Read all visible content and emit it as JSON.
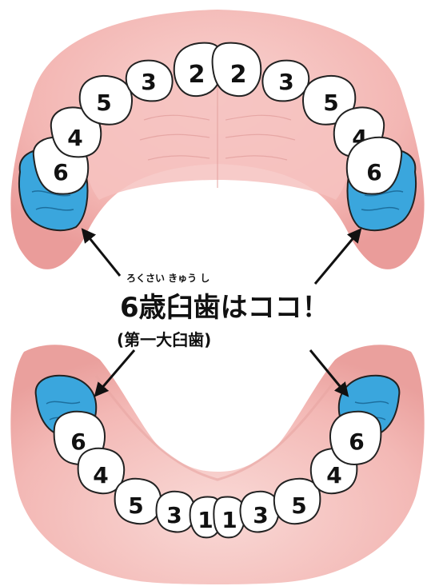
{
  "caption": {
    "ruby": "ろくさい きゅう し",
    "title": "6歳臼歯はココ！",
    "subtitle": "(第一大臼歯)"
  },
  "upper_jaw": {
    "teeth": [
      "6",
      "4",
      "5",
      "3",
      "2",
      "2",
      "3",
      "5",
      "4",
      "6"
    ]
  },
  "lower_jaw": {
    "teeth": [
      "6",
      "4",
      "5",
      "3",
      "1",
      "1",
      "3",
      "5",
      "4",
      "6"
    ]
  },
  "colors": {
    "gum": "#f4b7b7",
    "palate": "#f7c9c6",
    "tooth": "#ffffff",
    "molar_highlight": "#3aa6dd",
    "outline": "#222222",
    "arrow": "#111111"
  }
}
